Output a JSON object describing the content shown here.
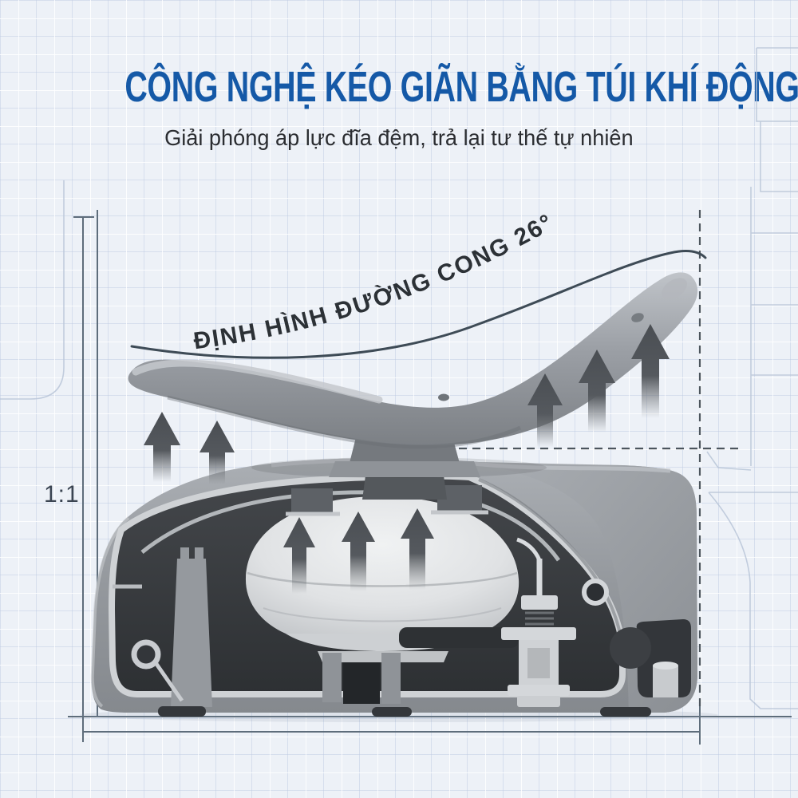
{
  "header": {
    "title": "CÔNG NGHỆ KÉO GIÃN BẰNG TÚI KHÍ ĐỘNG",
    "subtitle": "Giải phóng áp lực đĩa đệm, trả lại tư thế tự nhiên"
  },
  "annotations": {
    "curve_label": "ĐỊNH HÌNH ĐƯỜNG CONG 26°",
    "curve_angle": "26°",
    "scale_label": "1:1"
  },
  "diagram": {
    "subject": "cross-section of neck stretcher device with dynamic air bag",
    "arrow_groups": [
      {
        "name": "left-lift-arrows",
        "direction": "up",
        "count": 2
      },
      {
        "name": "right-lift-arrows",
        "direction": "up",
        "count": 3
      },
      {
        "name": "airbag-inflate-arrows",
        "direction": "up",
        "count": 3
      }
    ]
  },
  "icons": {
    "up_arrow": "▲"
  },
  "colors": {
    "title_blue": "#1559A7",
    "subtitle_dark": "#2B2D31",
    "annotation_dark": "#2C3136",
    "background": "#EDF1F7",
    "grid_line": "#BBC9E0",
    "blueprint_line": "#B9C6D8",
    "dimension_line": "#5E6D7B",
    "device_gray": "#95999E",
    "device_interior_dark": "#33363A",
    "airbag_light": "#ECEEF0",
    "arrow_gray": "#4E5256"
  }
}
